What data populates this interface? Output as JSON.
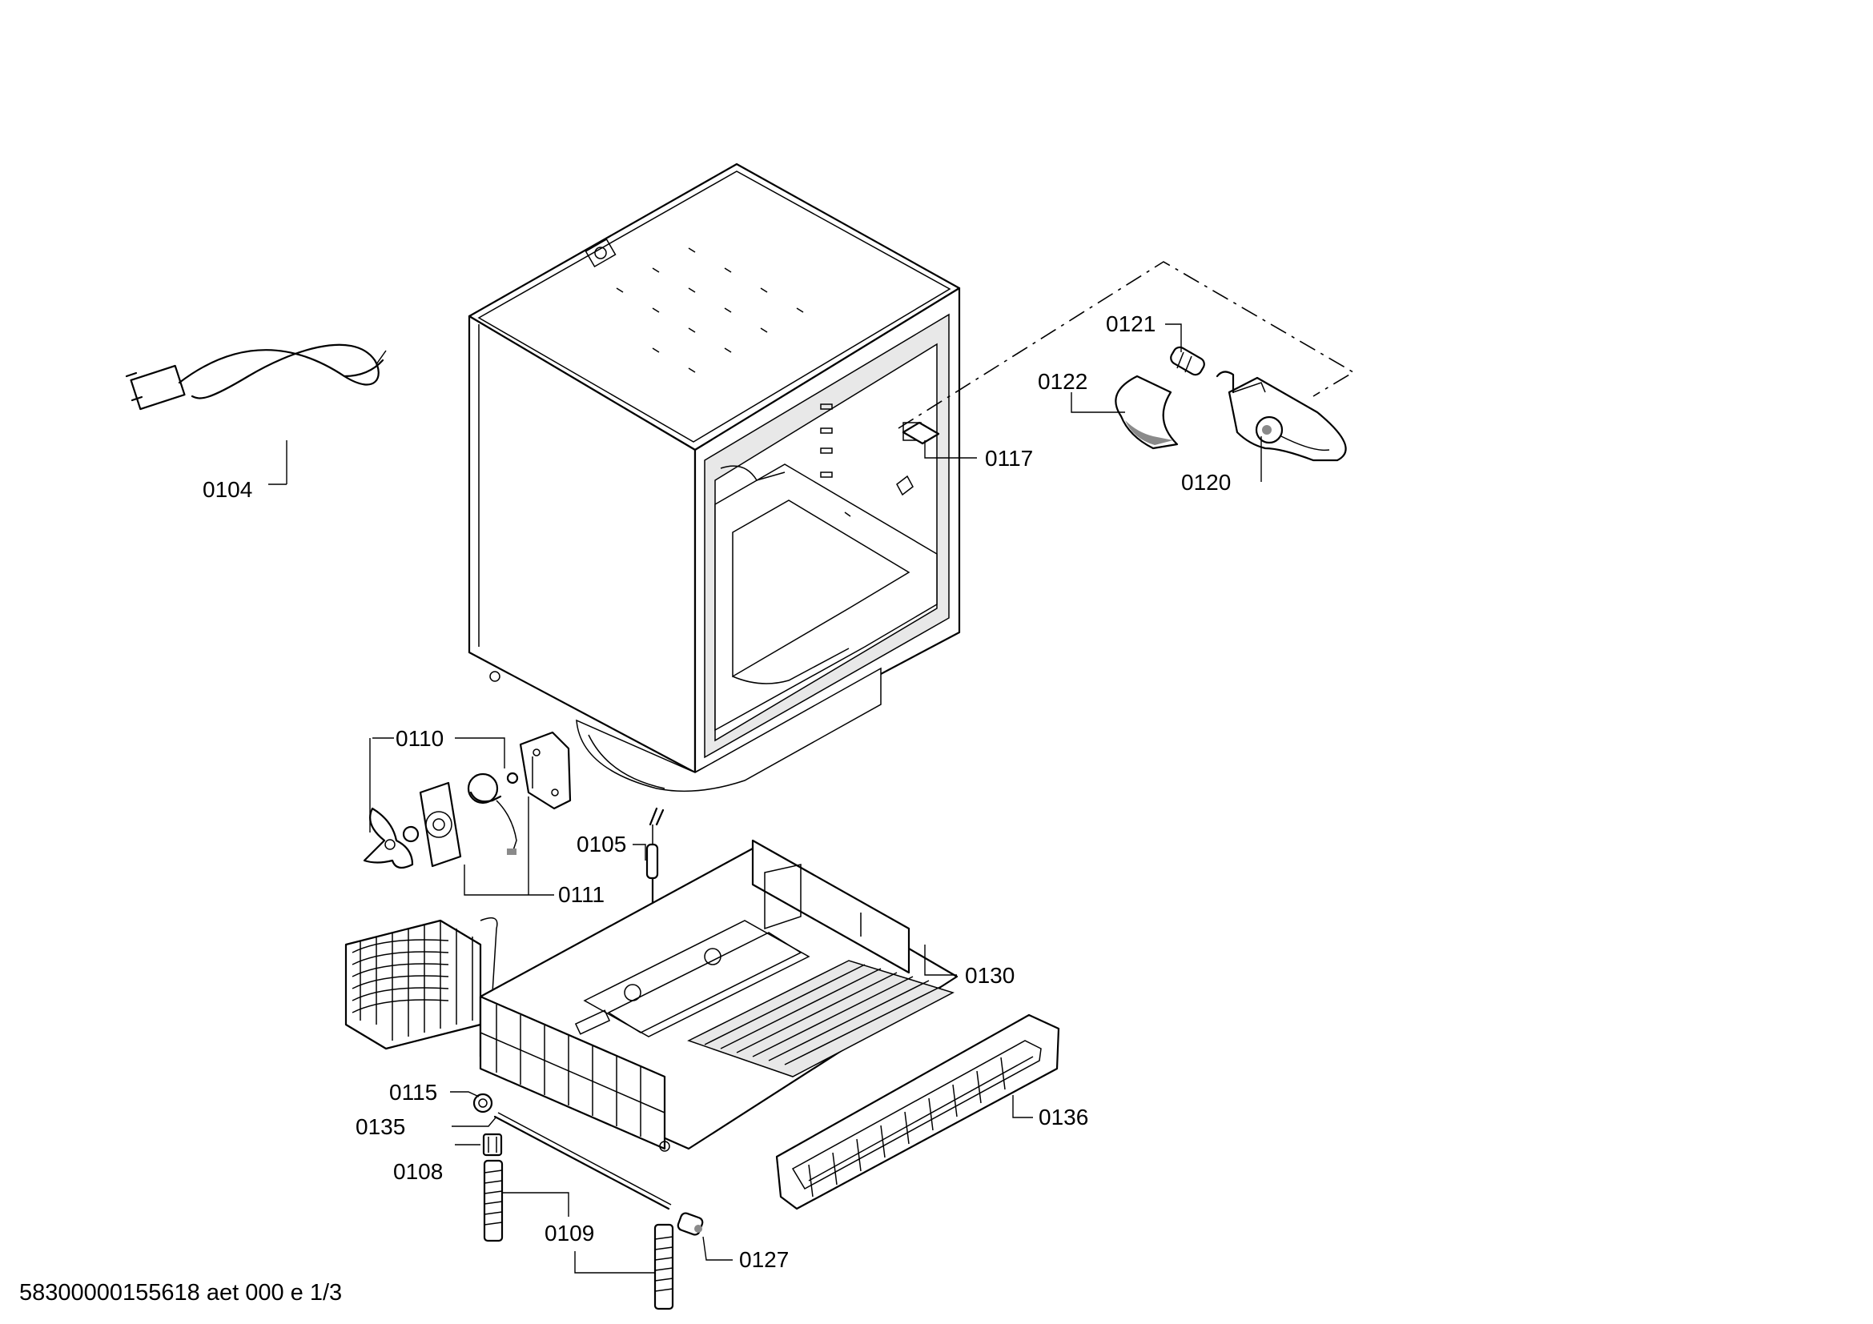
{
  "diagram": {
    "footer": "58300000155618 aet 000 e 1/3",
    "parts": [
      {
        "id": "0104",
        "name": "power-cord"
      },
      {
        "id": "0117",
        "name": "bracket-clip"
      },
      {
        "id": "0121",
        "name": "lamp-bulb"
      },
      {
        "id": "0122",
        "name": "lamp-cover"
      },
      {
        "id": "0120",
        "name": "thermostat-light-housing"
      },
      {
        "id": "0110",
        "name": "fan-assembly"
      },
      {
        "id": "0111",
        "name": "fan-motor"
      },
      {
        "id": "0105",
        "name": "sensor"
      },
      {
        "id": "0130",
        "name": "base-tray"
      },
      {
        "id": "0115",
        "name": "adjustable-foot"
      },
      {
        "id": "0135",
        "name": "rod"
      },
      {
        "id": "0108",
        "name": "foot-nut"
      },
      {
        "id": "0109",
        "name": "threaded-foot"
      },
      {
        "id": "0127",
        "name": "rear-roller"
      },
      {
        "id": "0136",
        "name": "ventilation-grille"
      }
    ]
  }
}
